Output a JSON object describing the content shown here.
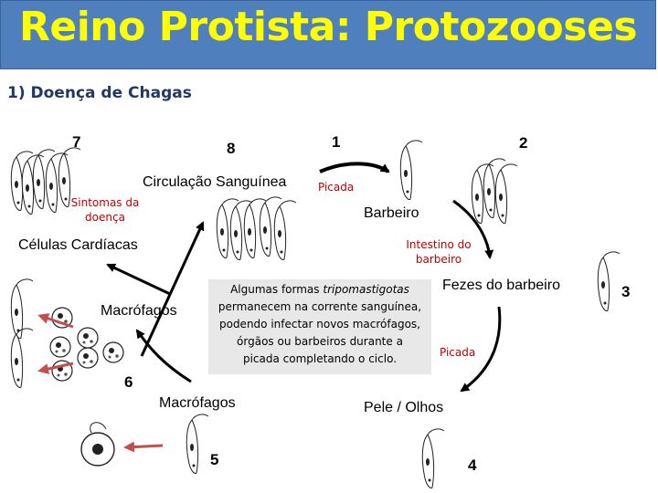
{
  "title": "Reino Protista: Protozooses",
  "section_heading": "1) Doença de Chagas",
  "stage_numbers": {
    "n1": "1",
    "n2": "2",
    "n3": "3",
    "n4": "4",
    "n5": "5",
    "n6": "6",
    "n7": "7",
    "n8": "8"
  },
  "labels": {
    "circulacao": "Circulação Sanguínea",
    "barbeiro": "Barbeiro",
    "celulas": "Células Cardíacas",
    "macrofagos_left": "Macrófagos",
    "macrofagos_bottom": "Macrófagos",
    "fezes": "Fezes do barbeiro",
    "pele": "Pele / Olhos"
  },
  "red_labels": {
    "sintomas_line1": "Sintomas da",
    "sintomas_line2": "doença",
    "picada_top": "Picada",
    "intestino_line1": "Intestino do",
    "intestino_line2": "barbeiro",
    "picada_right": "Picada"
  },
  "note": {
    "line1_prefix": "Algumas formas ",
    "line1_italic": "tripomastigotas",
    "line2": "permanecem na corrente sanguínea,",
    "line3": "podendo infectar novos macrófagos,",
    "line4": "órgãos ou barbeiros durante a",
    "line5": "picada completando o ciclo."
  },
  "colors": {
    "title_bg": "#4f7fbd",
    "title_text": "#ffff00",
    "heading": "#1f3864",
    "red_text": "#c00000",
    "red_arrow": "#c0504d",
    "note_bg": "#e8e8e8"
  }
}
